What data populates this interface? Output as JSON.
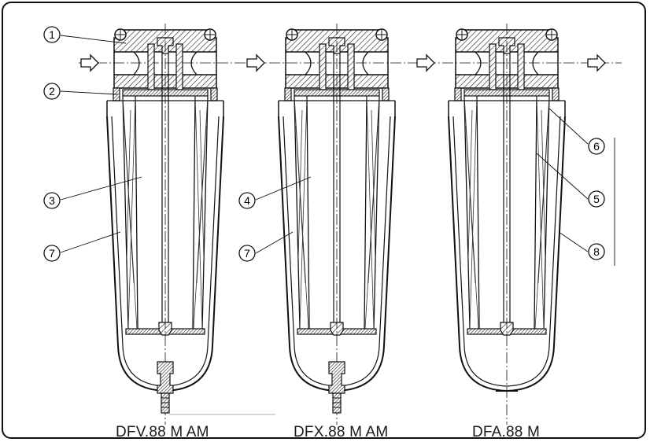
{
  "models": [
    {
      "label": "DFV.88 M AM"
    },
    {
      "label": "DFX.88 M AM"
    },
    {
      "label": "DFA.88 M"
    }
  ],
  "callouts": [
    "1",
    "2",
    "3",
    "4",
    "5",
    "6",
    "7",
    "7",
    "8"
  ]
}
